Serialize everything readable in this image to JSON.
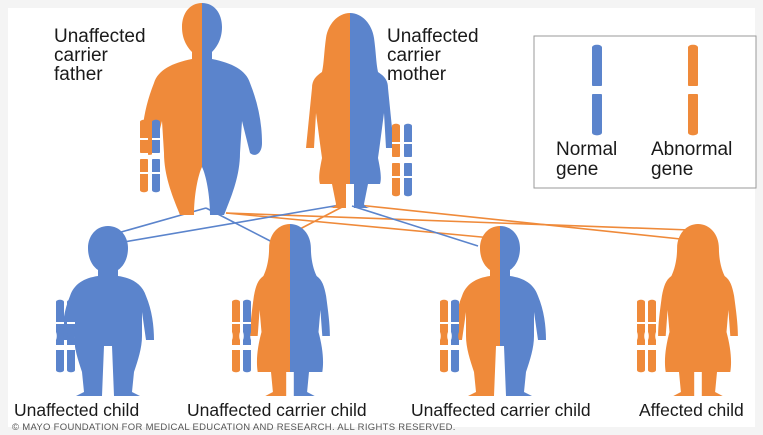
{
  "colors": {
    "normal": "#5b84cc",
    "abnormal": "#ef8a3a",
    "band": "#ffffff",
    "text": "#1a1a1a"
  },
  "parents": {
    "father": {
      "line1": "Unaffected",
      "line2": "carrier",
      "line3": "father"
    },
    "mother": {
      "line1": "Unaffected",
      "line2": "carrier",
      "line3": "mother"
    }
  },
  "legend": {
    "normal": {
      "line1": "Normal",
      "line2": "gene"
    },
    "abnormal": {
      "line1": "Abnormal",
      "line2": "gene"
    }
  },
  "children": [
    {
      "label": "Unaffected child",
      "genes": [
        "normal",
        "normal"
      ]
    },
    {
      "label": "Unaffected carrier child",
      "genes": [
        "abnormal",
        "normal"
      ]
    },
    {
      "label": "Unaffected carrier child",
      "genes": [
        "abnormal",
        "normal"
      ]
    },
    {
      "label": "Affected child",
      "genes": [
        "abnormal",
        "abnormal"
      ]
    }
  ],
  "copyright": "© MAYO FOUNDATION FOR MEDICAL EDUCATION AND RESEARCH. ALL RIGHTS RESERVED."
}
